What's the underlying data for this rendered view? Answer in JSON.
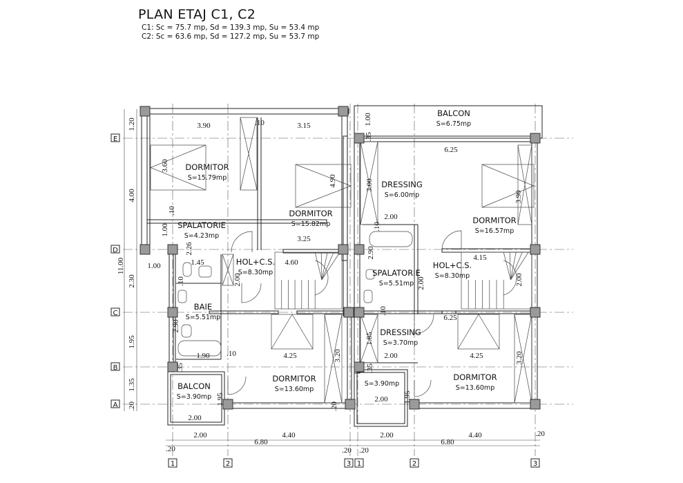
{
  "header": {
    "title": "PLAN ETAJ C1, C2",
    "c1_summary": "C1: Sc = 75.7 mp, Sd = 139.3  mp, Su = 53.4  mp",
    "c2_summary": "C2: Sc = 63.6 mp, Sd = 127.2  mp, Su = 53.7  mp"
  },
  "grid_axes": {
    "rows": [
      "E",
      "D",
      "C",
      "B",
      "A"
    ],
    "columns_c1": [
      "1",
      "2",
      "3"
    ],
    "columns_c2": [
      "1",
      "2",
      "3"
    ]
  },
  "rooms": [
    {
      "name": "DORMITOR",
      "area": "S=15.79mp"
    },
    {
      "name": "DORMITOR",
      "area": "S=15.82mp"
    },
    {
      "name": "SPALATORIE",
      "area": "S=4.23mp"
    },
    {
      "name": "HOL+C.S.",
      "area": "S=8.30mp"
    },
    {
      "name": "BAIE",
      "area": "S=5.51mp"
    },
    {
      "name": "DORMITOR",
      "area": "S=13.60mp"
    },
    {
      "name": "BALCON",
      "area": "S=3.90mp"
    },
    {
      "name": "BALCON",
      "area": "S=6.75mp"
    },
    {
      "name": "DRESSING",
      "area": "S=6.00mp"
    },
    {
      "name": "DORMITOR",
      "area": "S=16.57mp"
    },
    {
      "name": "SPALATORIE",
      "area": "S=5.51mp"
    },
    {
      "name": "HOL+C.S.",
      "area": "S=8.30mp"
    },
    {
      "name": "DRESSING",
      "area": "S=3.70mp"
    },
    {
      "name": "DORMITOR",
      "area": "S=13.60mp"
    },
    {
      "name": "",
      "area": "S=3.90mp"
    }
  ],
  "dimensions_horizontal": [
    "3.90",
    ".10",
    "3.15",
    "6.25",
    "2.00",
    "3.25",
    "1.00",
    "1.45",
    "4.60",
    "4.15",
    "6.25",
    "1.90",
    ".10",
    "4.25",
    "2.00",
    "4.25",
    "2.00",
    "2.00",
    "2.00",
    "4.40",
    "6.80",
    "2.00",
    "4.40",
    "6.80",
    ".20",
    ".20",
    ".20",
    ".20"
  ],
  "dimensions_vertical": [
    "1.20",
    "4.00",
    "11.00",
    "2.30",
    "1.95",
    "1.35",
    ".20",
    "3.60",
    "4.90",
    "1.00",
    ".10",
    "2.26",
    ".10",
    "2.00",
    "2.90",
    ".35",
    "1.95",
    "3.20",
    ".20",
    "1.00",
    ".35",
    "3.00",
    ".10",
    "2.90",
    "2.00",
    "2.00",
    "3.90",
    ".10",
    "1.85",
    ".35",
    "1.95",
    "3.20"
  ]
}
